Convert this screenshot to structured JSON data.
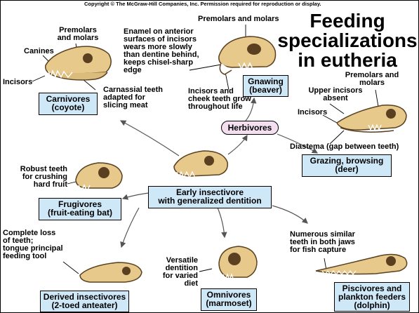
{
  "copyright": "Copyright © The McGraw-Hill Companies, Inc. Permission required for reproduction or display.",
  "title": [
    "Feeding",
    "specializations",
    "in eutheria"
  ],
  "colors": {
    "box_fill": "#cfe8f8",
    "herbivore_fill": "#f4dff0",
    "bone": "#e6c98b",
    "arrow": "#555555"
  },
  "boxes": {
    "carnivores": [
      "Carnivores",
      "(coyote)"
    ],
    "gnawing": [
      "Gnawing",
      "(beaver)"
    ],
    "herbivores": "Herbivores",
    "grazing": [
      "Grazing, browsing",
      "(deer)"
    ],
    "early": [
      "Early insectivore",
      "with generalized dentition"
    ],
    "frugivores": [
      "Frugivores",
      "(fruit-eating bat)"
    ],
    "derived": [
      "Derived insectivores",
      "(2-toed anteater)"
    ],
    "omnivores": [
      "Omnivores",
      "(marmoset)"
    ],
    "piscivores": [
      "Piscivores and",
      "plankton feeders",
      "(dolphin)"
    ]
  },
  "labels": {
    "carn_premolars": [
      "Premolars",
      "and molars"
    ],
    "canines": "Canines",
    "incisors_carn": "Incisors",
    "carnassial": [
      "Carnassial teeth",
      "adapted for",
      "slicing meat"
    ],
    "enamel": [
      "Enamel on anterior",
      "surfaces of incisors",
      "wears more slowly",
      "than dentine behind,",
      "keeps chisel-sharp",
      "edge"
    ],
    "beaver_premolars": "Premolars and molars",
    "incisors_cheek": [
      "Incisors and",
      "cheek teeth grow",
      "throughout life"
    ],
    "deer_premolars": [
      "Premolars and",
      "molars"
    ],
    "upper_incisors": [
      "Upper incisors",
      "absent"
    ],
    "incisors_deer": "Incisors",
    "diastema": "Diastema (gap between teeth)",
    "robust": [
      "Robust teeth",
      "for crushing",
      "hard fruit"
    ],
    "complete_loss": [
      "Complete loss",
      "of teeth;",
      "tongue principal",
      "feeding tool"
    ],
    "versatile": [
      "Versatile",
      "dentition",
      "for varied",
      "diet"
    ],
    "numerous": [
      "Numerous similar",
      "teeth in both jaws",
      "for fish capture"
    ]
  }
}
